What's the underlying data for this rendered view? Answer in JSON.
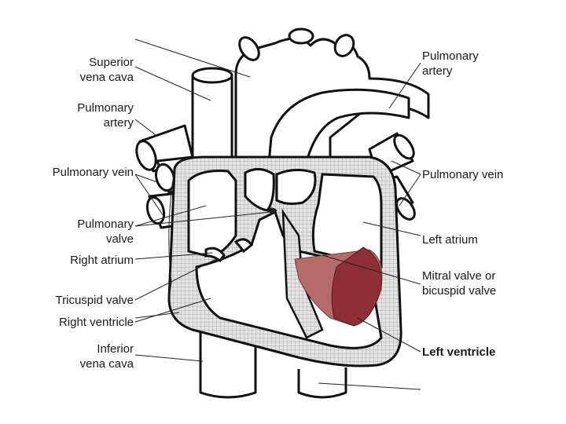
{
  "labels": {
    "left": [
      {
        "id": "superior-vena-cava",
        "text": "Superior\nvena cava"
      },
      {
        "id": "pulmonary-artery-left",
        "text": "Pulmonary\nartery"
      },
      {
        "id": "pulmonary-vein-left",
        "text": "Pulmonary vein"
      },
      {
        "id": "pulmonary-valve",
        "text": "Pulmonary\nvalve"
      },
      {
        "id": "right-atrium",
        "text": "Right atrium"
      },
      {
        "id": "tricuspid-valve",
        "text": "Tricuspid valve"
      },
      {
        "id": "right-ventricle",
        "text": "Right ventricle"
      },
      {
        "id": "inferior-vena-cava",
        "text": "Inferior\nvena cava"
      }
    ],
    "right": [
      {
        "id": "pulmonary-artery-right",
        "text": "Pulmonary\nartery"
      },
      {
        "id": "pulmonary-vein-right",
        "text": "Pulmonary vein"
      },
      {
        "id": "left-atrium",
        "text": "Left atrium"
      },
      {
        "id": "mitral-valve",
        "text": "Mitral valve or\nbicuspid valve"
      },
      {
        "id": "left-ventricle",
        "text": "Left ventricle"
      }
    ]
  },
  "colors": {
    "highlight_light": "#b56b68",
    "highlight_dark": "#8e2f36",
    "wall_fill": "#dedede",
    "outline": "#111111"
  }
}
